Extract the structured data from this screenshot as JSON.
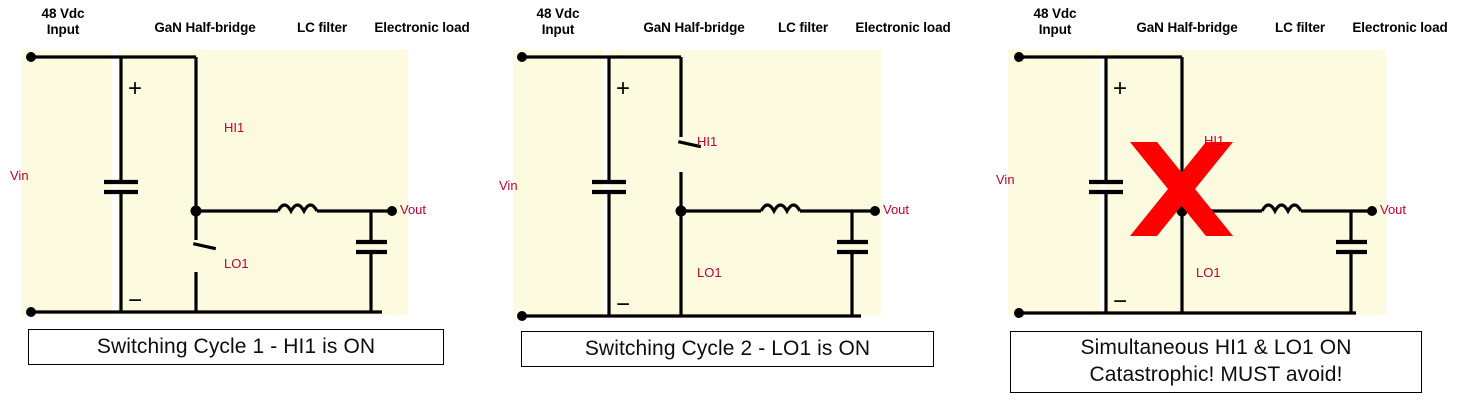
{
  "figure": {
    "title_semantics": "GaN half-bridge buck converter switching states",
    "colors": {
      "block_fill": "#FCFADF",
      "wire": "#000000",
      "net_label": "#C00030",
      "x_mark": "#FF0000",
      "caption_border": "#000000",
      "caption_bg": "#FFFFFF"
    }
  },
  "headers": {
    "input": "48 Vdc\nInput",
    "half_bridge": "GaN Half-bridge",
    "lc_filter": "LC filter",
    "load": "Electronic load"
  },
  "net_labels": {
    "vin": "Vin",
    "vout": "Vout",
    "high_side": "HI1",
    "low_side": "LO1"
  },
  "source_polarity": {
    "plus": "+",
    "minus": "−"
  },
  "panels": [
    {
      "id": "panel-1",
      "state": {
        "high_side": "closed",
        "low_side": "open",
        "fault": false
      },
      "caption_lines": [
        "Switching Cycle 1 - HI1 is ON"
      ]
    },
    {
      "id": "panel-2",
      "state": {
        "high_side": "open",
        "low_side": "closed",
        "fault": false
      },
      "caption_lines": [
        "Switching Cycle 2 - LO1 is ON"
      ]
    },
    {
      "id": "panel-3",
      "state": {
        "high_side": "closed",
        "low_side": "closed",
        "fault": true
      },
      "caption_lines": [
        "Simultaneous HI1 & LO1 ON",
        "Catastrophic! MUST avoid!"
      ]
    }
  ]
}
